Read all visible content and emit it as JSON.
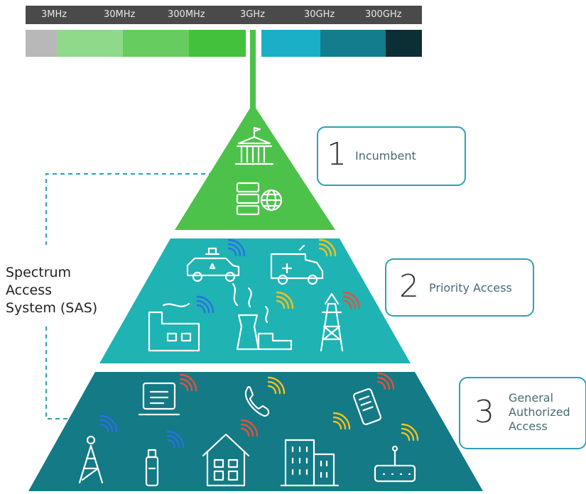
{
  "frequencies": [
    "3MHz",
    "30MHz",
    "300MHz",
    "3GHz",
    "30GHz",
    "300GHz"
  ],
  "spectrum_colors": [
    "#b8b8b8",
    "#8fd98a",
    "#66cc5f",
    "#43c13c",
    "#1aafc7",
    "#137d8d",
    "#0c2f36"
  ],
  "tiers": [
    {
      "number": "1",
      "label": "Incumbent",
      "color": "#4cc24a"
    },
    {
      "number": "2",
      "label": "Priority Access",
      "color": "#1fb3b3"
    },
    {
      "number": "3",
      "label_lines": [
        "General",
        "Authorized",
        "Access"
      ],
      "color": "#137a86"
    }
  ],
  "sas": {
    "lines": [
      "Spectrum",
      "Access",
      "System (SAS)"
    ]
  },
  "icons": {
    "tier1": [
      "government-building-icon",
      "server-globe-icon"
    ],
    "tier2": [
      "police-car-icon",
      "ambulance-icon",
      "factory-icon",
      "power-plant-icon",
      "transmission-tower-icon"
    ],
    "tier3": [
      "laptop-icon",
      "phone-icon",
      "mobile-phone-icon",
      "cell-tower-icon",
      "usb-dongle-icon",
      "house-icon",
      "office-building-icon",
      "router-icon"
    ]
  }
}
